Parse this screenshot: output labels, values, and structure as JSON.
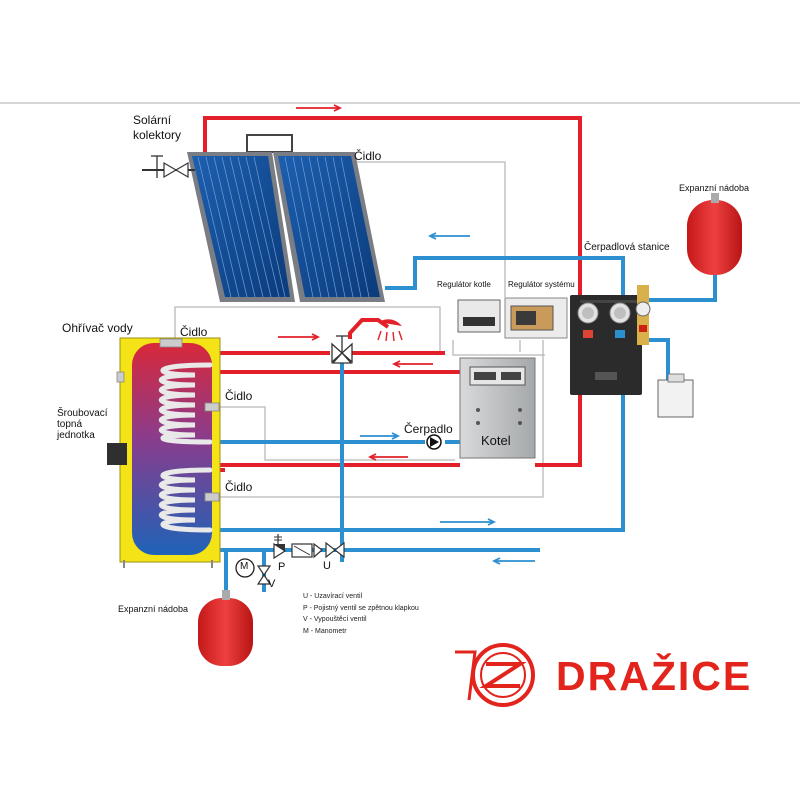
{
  "labels": {
    "collectors": [
      "Solární",
      "kolektory"
    ],
    "sensor_top": "Čidlo",
    "heater": "Ohřívač vody",
    "sensor_heater": "Čidlo",
    "sensor_mid": "Čidlo",
    "sensor_low": "Čidlo",
    "heating_unit": [
      "Šroubovací",
      "topná",
      "jednotka"
    ],
    "boiler_regulator": "Regulátor kotle",
    "system_regulator": "Regulátor systému",
    "pump_station": "Čerpadlová stanice",
    "expansion_top": "Expanzní nádoba",
    "expansion_bottom": "Expanzní nádoba",
    "pump": "Čerpadlo",
    "boiler": "Kotel",
    "valve_p": "P",
    "valve_v": "V",
    "valve_u": "U",
    "manometer_m": "M"
  },
  "legend": [
    "U - Uzavírací ventil",
    "P - Pojistný ventil se zpětnou klapkou",
    "V - Vypouštěcí ventil",
    "M - Manometr"
  ],
  "brand": {
    "name": "DRAŽICE",
    "color": "#e2241c"
  },
  "colors": {
    "hot": "#e3202a",
    "cold": "#2b8fd0",
    "signal": "#b8b8b8",
    "tank": "#f4e417"
  }
}
